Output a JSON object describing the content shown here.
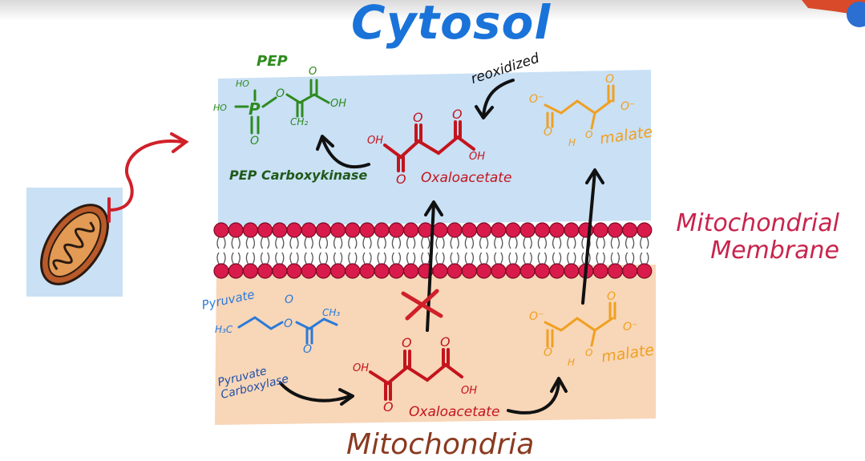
{
  "title": "Cytosol",
  "bottom_title": "Mitochondria",
  "membrane_label": [
    "Mitochondrial",
    "Membrane"
  ],
  "cytosol": {
    "pep_label": "PEP",
    "pep_atoms": {
      "ho_top": "HO",
      "ho_left": "HO",
      "p": "P",
      "o_link": "O",
      "o_bottom": "O",
      "o_carbonyl": "O",
      "oh": "OH",
      "ch2": "CH₂"
    },
    "enzyme": "PEP Carboxykinase",
    "oxaloacetate": "Oxaloacetate",
    "oaa_atoms": {
      "oh_left": "OH",
      "o_bottom": "O",
      "o_top1": "O",
      "o_top2": "O",
      "oh_right": "OH"
    },
    "reoxidized": "reoxidized",
    "malate": "malate",
    "malate_atoms": {
      "o_minus_left": "O⁻",
      "o_left": "O",
      "o_top": "O",
      "o_minus_right": "O⁻",
      "h": "H",
      "o_h": "O"
    }
  },
  "mitochondria": {
    "pyruvate": "Pyruvate",
    "pyruvate_atoms": {
      "h3c": "H₃C",
      "o": "O",
      "o_top": "O",
      "ch3": "CH₃"
    },
    "enzyme": "Pyruvate Carboxylase",
    "oxaloacetate": "Oxaloacetate",
    "oaa_atoms": {
      "oh_left": "OH",
      "o_bottom": "O",
      "o_top1": "O",
      "o_top2": "O",
      "oh_right": "OH"
    },
    "malate": "malate",
    "malate_atoms": {
      "o_minus_left": "O⁻",
      "o_left": "O",
      "o_top": "O",
      "o_minus_right": "O⁻",
      "h": "H",
      "o_h": "O"
    }
  },
  "colors": {
    "cytosol_bg": "#c9e0f5",
    "mito_bg": "#f8d6b8",
    "membrane_head": "#d81b4b",
    "pep_green": "#2e8b1e",
    "enzyme_green": "#1f5a1a",
    "oaa_red": "#c4141d",
    "malate_orange": "#f0a020",
    "pyruvate_blue": "#2a7ad8",
    "arrow_black": "#111111",
    "title_blue": "#1a73d9"
  }
}
